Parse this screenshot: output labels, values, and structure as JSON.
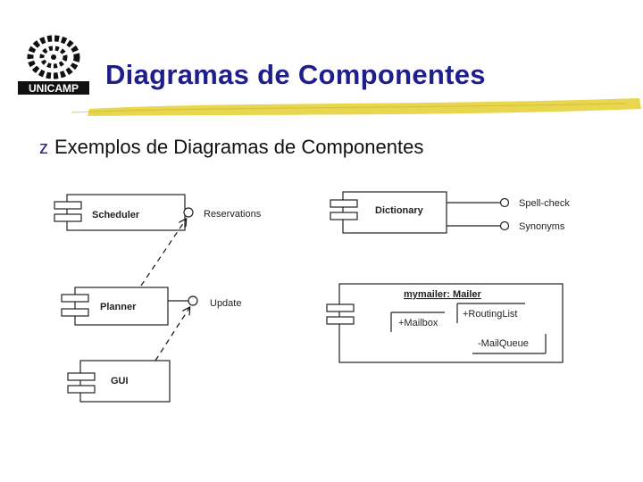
{
  "header": {
    "logo_text": "UNICAMP",
    "title": "Diagramas de Componentes"
  },
  "content": {
    "bullet_symbol": "z",
    "bullet_text": "Exemplos de Diagramas de Componentes"
  },
  "left_diagram": {
    "components": [
      {
        "name": "Scheduler",
        "interface": "Reservations"
      },
      {
        "name": "Planner",
        "interface": "Update"
      },
      {
        "name": "GUI"
      }
    ]
  },
  "right_diagram": {
    "dictionary": {
      "name": "Dictionary",
      "interfaces": [
        "Spell-check",
        "Synonyms"
      ]
    },
    "mailer": {
      "name": "mymailer: Mailer",
      "parts": [
        "+Mailbox",
        "+RoutingList",
        "-MailQueue"
      ]
    }
  },
  "colors": {
    "title": "#1e1e8c",
    "accent_stroke": "#e6d23c"
  }
}
